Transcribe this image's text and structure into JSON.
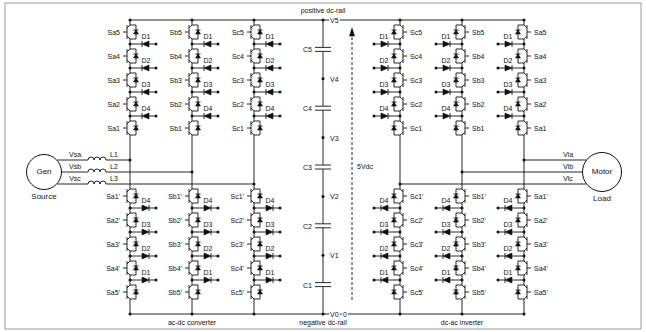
{
  "diagram": {
    "nodes": [
      {
        "text": [
          "Gen",
          "Source"
        ]
      },
      {
        "text": [
          "Motor",
          "Load"
        ]
      }
    ],
    "labels": [
      "positive dc-rail",
      "negative dc-rail",
      "ac-dc converter",
      "dc-ac inverter",
      "Vsa",
      "Vsb",
      "Vsc",
      "L1",
      "L2",
      "L3",
      "Vla",
      "Vlb",
      "Vlc",
      "V5",
      "V4",
      "V3",
      "V2",
      "V1",
      "V0",
      "C5",
      "C4",
      "C3",
      "C2",
      "C1",
      "5Vdc",
      "0",
      "Sa5",
      "Sa4",
      "Sa3",
      "Sa2",
      "Sa1",
      "Sa1'",
      "Sa2'",
      "Sa3'",
      "Sa4'",
      "Sa5'",
      "D1",
      "D2",
      "D3",
      "D4",
      "D4",
      "D3",
      "D2",
      "D1",
      "Sb5",
      "Sb4",
      "Sb3",
      "Sb2",
      "Sb1",
      "Sb1'",
      "Sb2'",
      "Sb3'",
      "Sb4'",
      "Sb5'",
      "D1",
      "D2",
      "D3",
      "D4",
      "D4",
      "D3",
      "D2",
      "D1",
      "Sc5",
      "Sc4",
      "Sc3",
      "Sc2",
      "Sc1",
      "Sc1'",
      "Sc2'",
      "Sc3'",
      "Sc4'",
      "Sc5'",
      "D1",
      "D2",
      "D3",
      "D4",
      "D4",
      "D3",
      "D2",
      "D1",
      "Sc5",
      "Sc4",
      "Sc3",
      "Sc2",
      "Sc1",
      "Sc1'",
      "Sc2'",
      "Sc3'",
      "Sc4'",
      "Sc5'",
      "D1",
      "D2",
      "D3",
      "D4",
      "D4",
      "D3",
      "D2",
      "D1",
      "Sb5",
      "Sb4",
      "Sb3",
      "Sb2",
      "Sb1",
      "Sb1'",
      "Sb2'",
      "Sb3'",
      "Sb4'",
      "Sb5'",
      "D1",
      "D2",
      "D3",
      "D4",
      "D4",
      "D3",
      "D2",
      "D1",
      "Sa5",
      "Sa4",
      "Sa3",
      "Sa2",
      "Sa1",
      "Sa1'",
      "Sa2'",
      "Sa3'",
      "Sa4'",
      "Sa5'",
      "D1",
      "D2",
      "D3",
      "D4",
      "D4",
      "D3",
      "D2",
      "D1"
    ]
  }
}
